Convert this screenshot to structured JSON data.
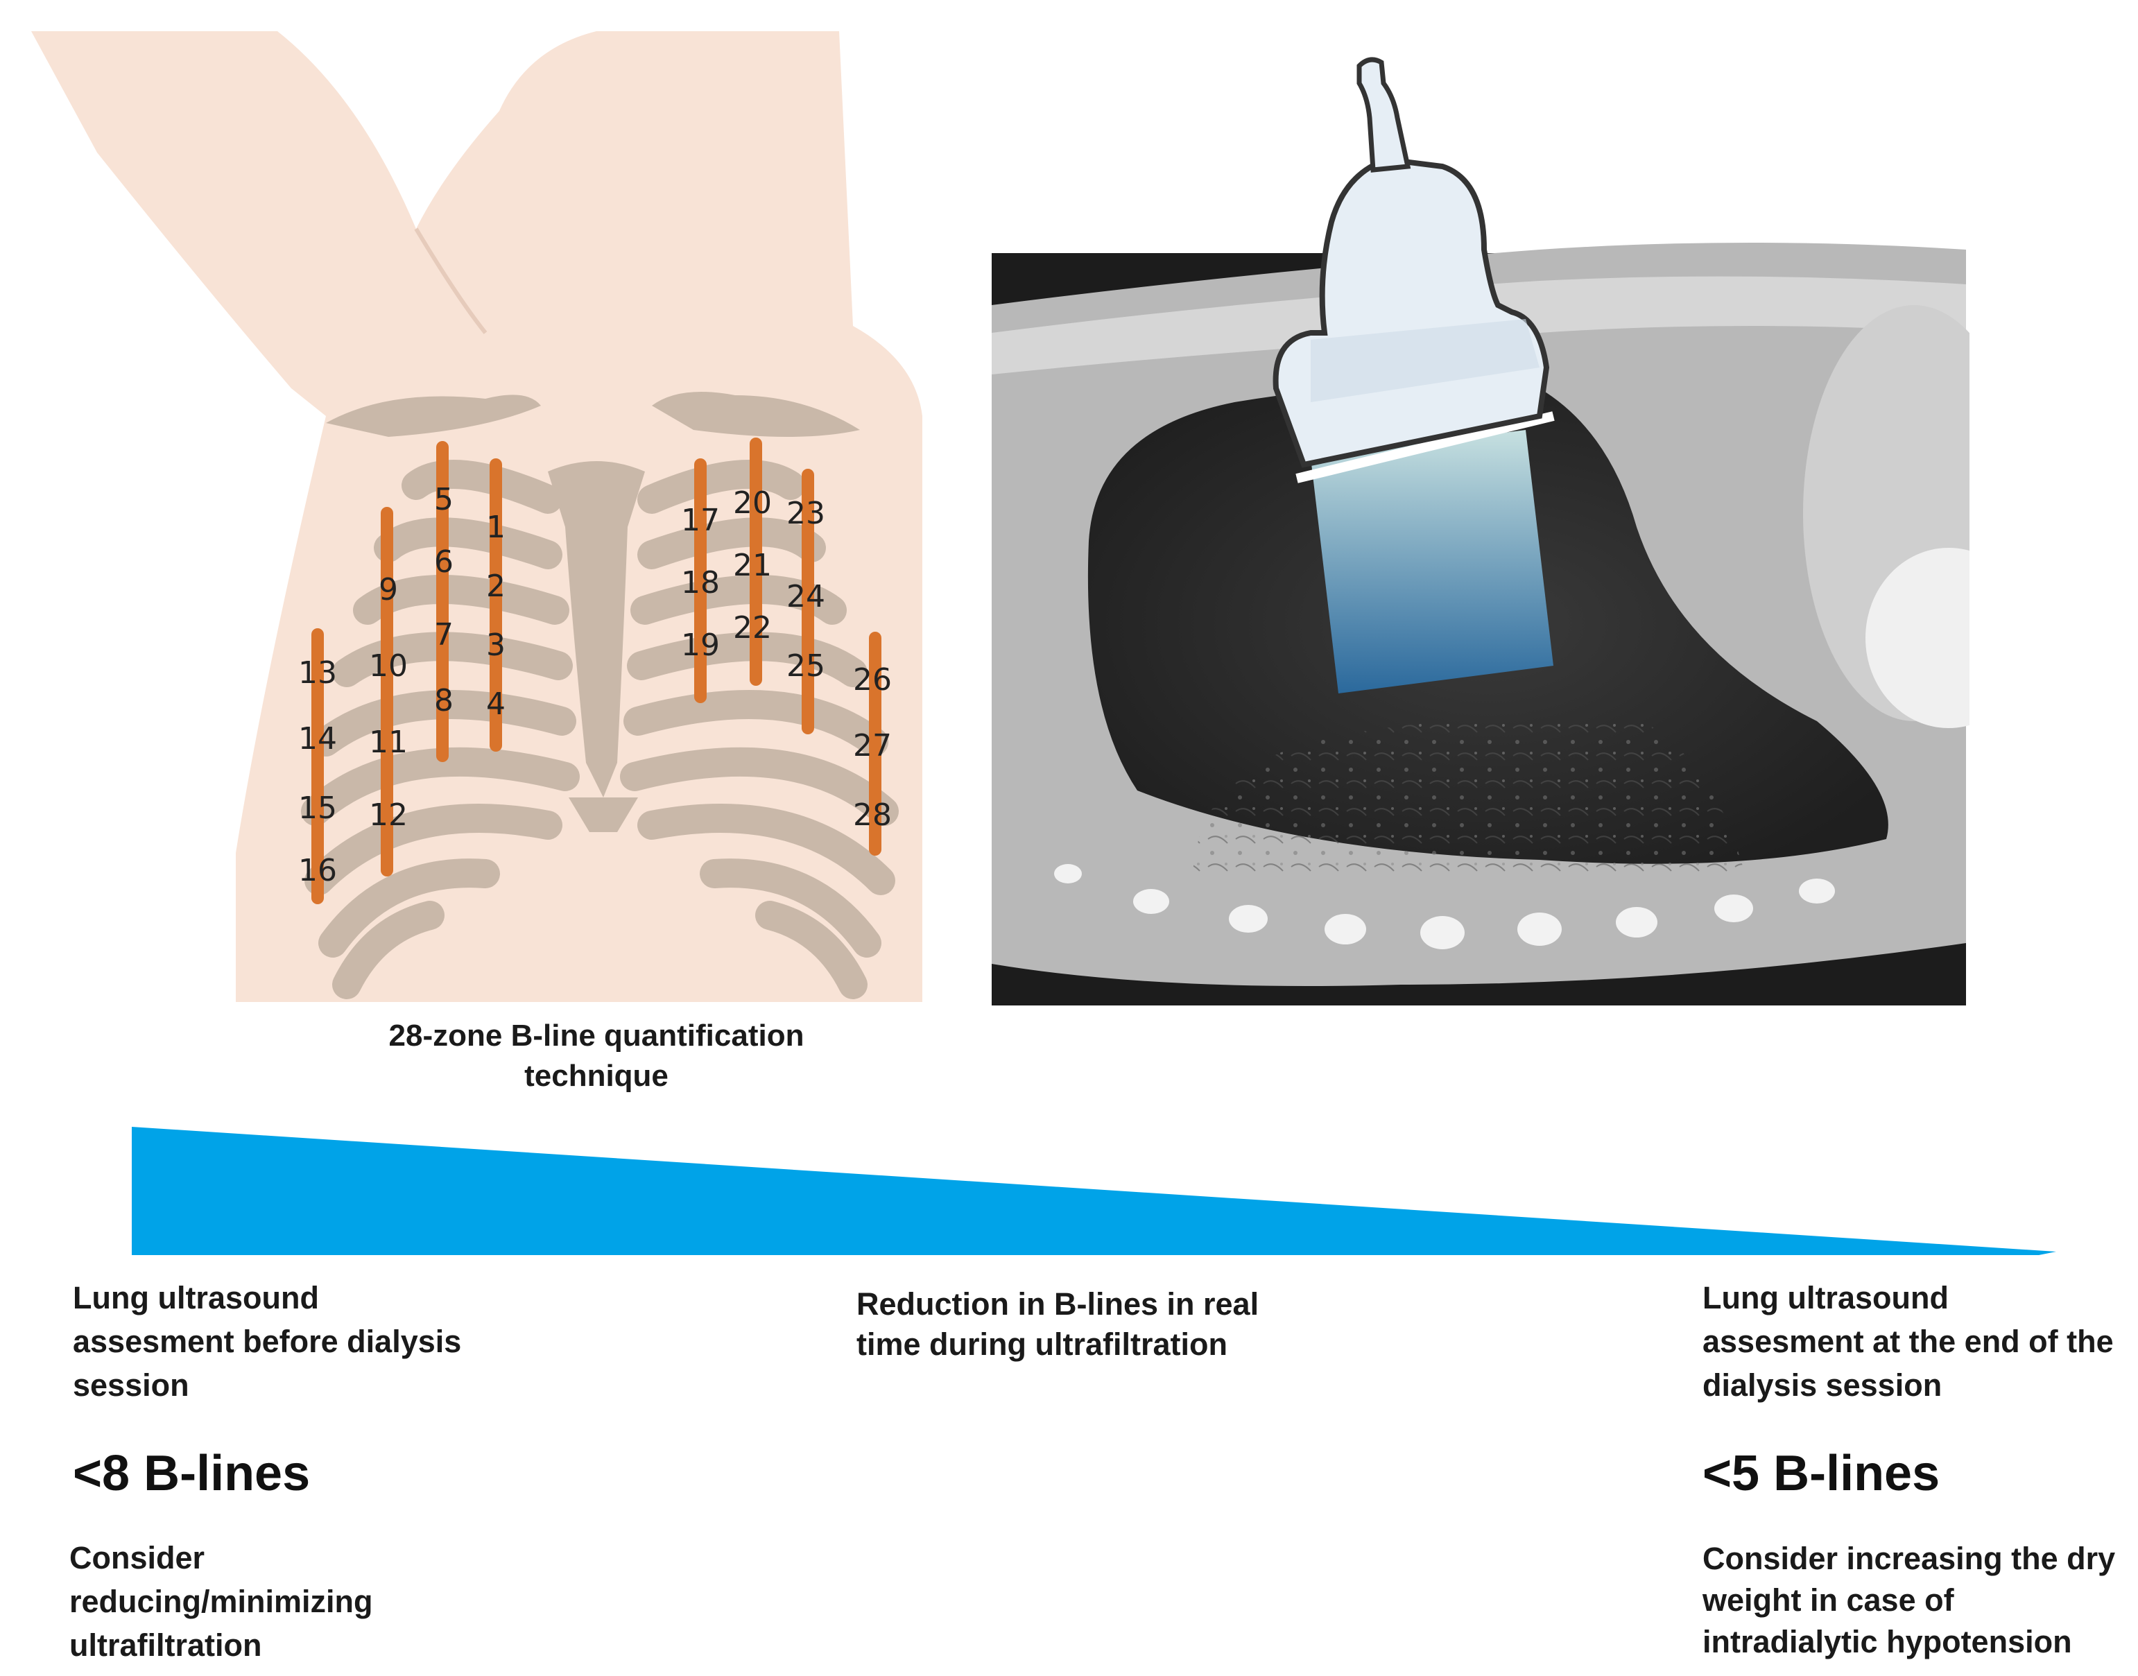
{
  "figure": {
    "caption_left": "28-zone B-line quantification technique",
    "zones": [
      "1",
      "2",
      "3",
      "4",
      "5",
      "6",
      "7",
      "8",
      "9",
      "10",
      "11",
      "12",
      "13",
      "14",
      "15",
      "16",
      "17",
      "18",
      "19",
      "20",
      "21",
      "22",
      "23",
      "24",
      "25",
      "26",
      "27",
      "28"
    ],
    "stage_before": {
      "description": "Lung ultrasound assesment before dialysis session",
      "threshold": "<8 B-lines",
      "advice": "Consider reducing/minimizing ultrafiltration"
    },
    "stage_during": {
      "description": "Reduction in B-lines in real time during ultrafiltration"
    },
    "stage_after": {
      "description": "Lung ultrasound assesment  at the end of the dialysis session",
      "threshold": "<5 B-lines",
      "advice": "Consider increasing the dry weight in case of intradialytic hypotension"
    },
    "colors": {
      "skin": "#f8e3d6",
      "bone": "#c9b8a9",
      "scan_line": "#d9742c",
      "wedge": "#00a3e8"
    }
  }
}
